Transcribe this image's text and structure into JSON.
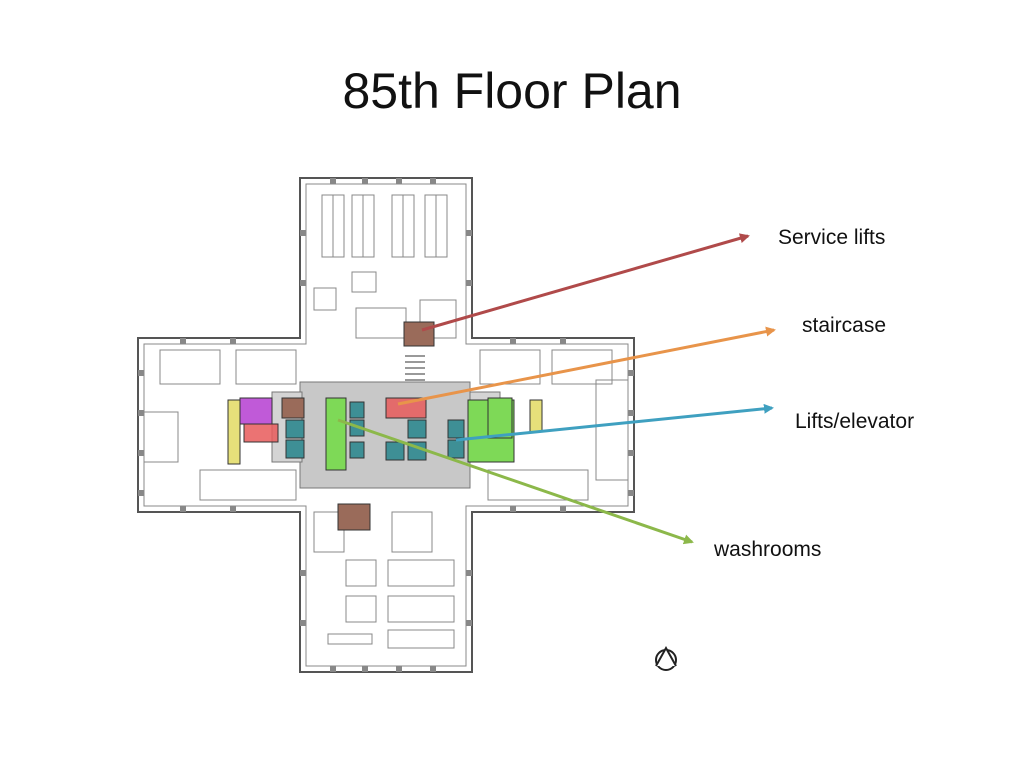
{
  "slide": {
    "title": "85th Floor Plan"
  },
  "callouts": [
    {
      "id": "service-lifts",
      "label": "Service lifts",
      "color": "#b04a4a"
    },
    {
      "id": "staircase",
      "label": "staircase",
      "color": "#e8944a"
    },
    {
      "id": "lifts-elevator",
      "label": "Lifts/elevator",
      "color": "#3fa0c0"
    },
    {
      "id": "washrooms",
      "label": "washrooms",
      "color": "#8cb84a"
    }
  ],
  "zone_colors": {
    "service_lift": "#9a6b5a",
    "staircase": "#e85a5a",
    "elevator": "#3e8f95",
    "washroom": "#7ed957",
    "utility": "#c05ad8",
    "core": "#c8c8c8",
    "shaft": "#e6e07a"
  }
}
